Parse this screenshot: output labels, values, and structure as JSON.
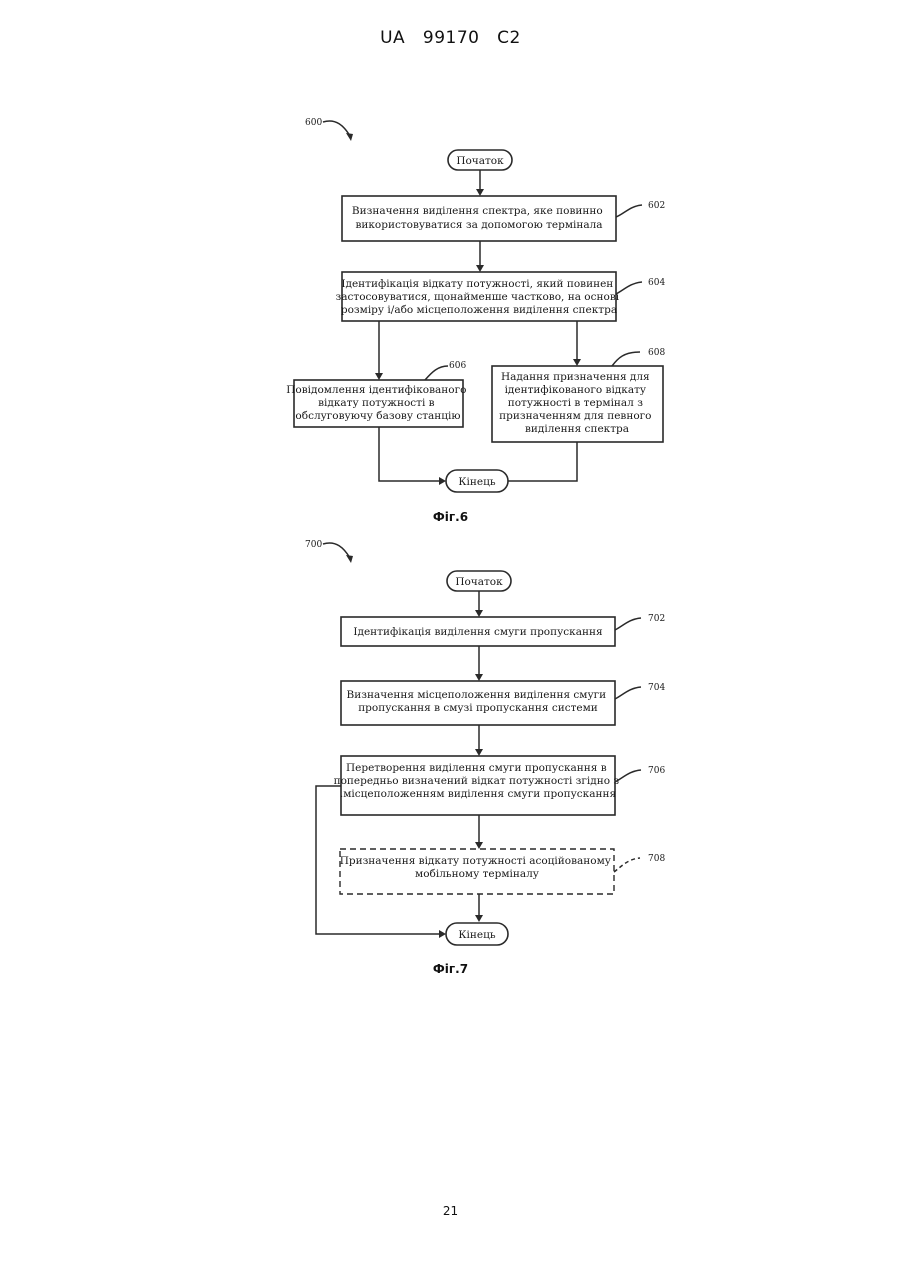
{
  "header": "UA   99170   C2",
  "page_number": "21",
  "fig6": {
    "caption": "Фіг.6",
    "ref": "600",
    "start": "Початок",
    "end": "Кінець",
    "box602": {
      "lines": [
        "Визначення виділення спектра, яке повинно",
        "використовуватися за допомогою термінала"
      ],
      "ref": "602"
    },
    "box604": {
      "lines": [
        "Ідентифікація відкату потужності, який повинен",
        "застосовуватися, щонайменше частково, на основі",
        "розміру і/або місцеположення виділення спектра"
      ],
      "ref": "604"
    },
    "box606": {
      "lines": [
        "Повідомлення ідентифікованого",
        "відкату потужності в",
        "обслуговуючу базову станцію"
      ],
      "ref": "606"
    },
    "box608": {
      "lines": [
        "Надання призначення для",
        "ідентифікованого відкату",
        "потужності в термінал з",
        "призначенням для певного",
        "виділення спектра"
      ],
      "ref": "608"
    }
  },
  "fig7": {
    "caption": "Фіг.7",
    "ref": "700",
    "start": "Початок",
    "end": "Кінець",
    "box702": {
      "lines": [
        "Ідентифікація виділення смуги пропускання"
      ],
      "ref": "702"
    },
    "box704": {
      "lines": [
        "Визначення місцеположення виділення смуги",
        "пропускання в смузі пропускання системи"
      ],
      "ref": "704"
    },
    "box706": {
      "lines": [
        "Перетворення виділення смуги пропускання в",
        "попередньо визначений відкат потужності згідно з",
        ".місцеположенням виділення смуги пропускання"
      ],
      "ref": "706"
    },
    "box708": {
      "lines": [
        "Призначення відкату потужності асоційованому",
        "мобільному терміналу"
      ],
      "ref": "708"
    }
  }
}
